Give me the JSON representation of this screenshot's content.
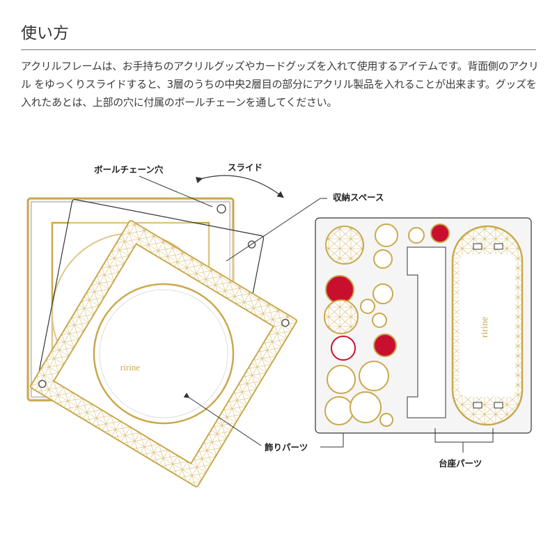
{
  "heading": "使い方",
  "description": "アクリルフレームは、お手持ちのアクリルグッズやカードグッズを入れて使用するアイテムです。背面側のアクリル をゆっくりスライドすると、3層のうちの中央2層目の部分にアクリル製品を入れることが出来ます。グッズを入れたあとは、上部の穴に付属のボールチェーンを通してください。",
  "labels": {
    "ball_chain_hole": "ボールチェーン穴",
    "slide": "スライド",
    "storage_space": "収納スペース",
    "decoration_parts": "飾りパーツ",
    "base_parts": "台座パーツ"
  },
  "logo": "ririne",
  "colors": {
    "gold": "#c9a84c",
    "red": "#c8102e"
  }
}
